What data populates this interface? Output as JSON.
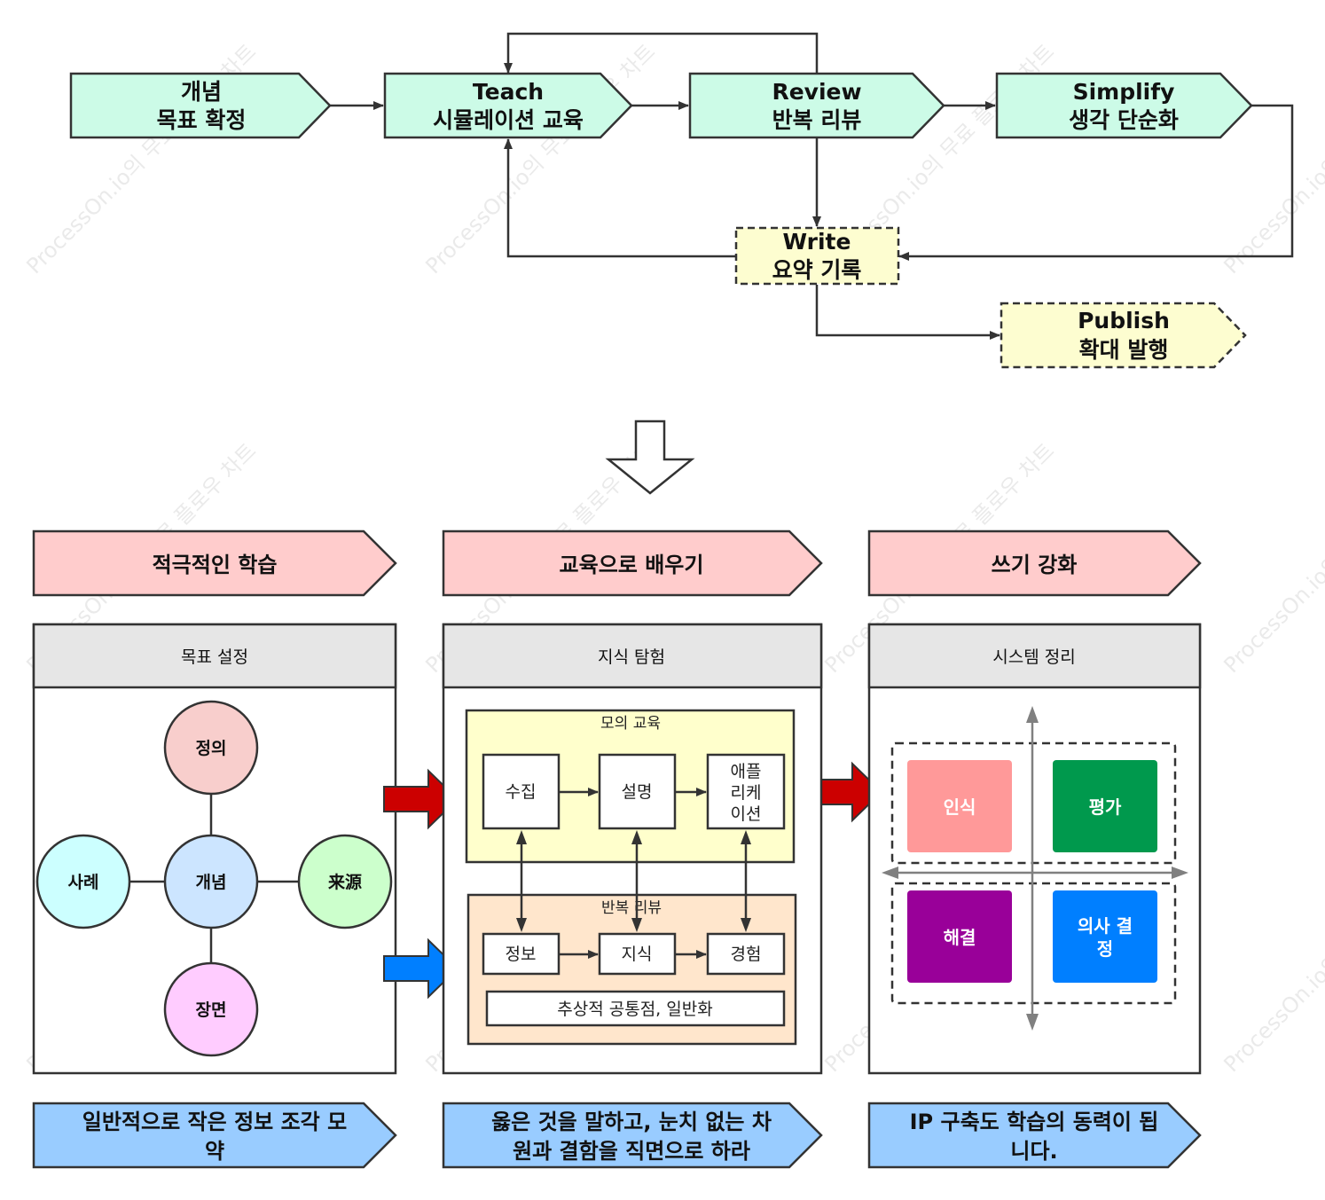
{
  "watermark": "ProcessOn.io의 무료 플로우 차트",
  "flow": {
    "concept": {
      "line1": "개념",
      "line2": "목표 확정"
    },
    "teach": {
      "line1": "Teach",
      "line2": "시뮬레이션 교육"
    },
    "review": {
      "line1": "Review",
      "line2": "반복 리뷰"
    },
    "simplify": {
      "line1": "Simplify",
      "line2": "생각 단순화"
    },
    "write": {
      "line1": "Write",
      "line2": "요약 기록"
    },
    "publish": {
      "line1": "Publish",
      "line2": "확대 발행"
    }
  },
  "bands": {
    "active_learning": "적극적인 학습",
    "learn_by_teaching": "교육으로 배우기",
    "writing_reinforce": "쓰기 강화"
  },
  "panels": {
    "goal": {
      "title": "목표 설정",
      "center": "개념",
      "top": "정의",
      "left": "사례",
      "right": "来源",
      "bottom": "장면"
    },
    "explore": {
      "title": "지식 탐험",
      "sim_title": "모의 교육",
      "collect": "수집",
      "explain": "설명",
      "apply_1": "애플",
      "apply_2": "리케",
      "apply_3": "이션",
      "repeat_title": "반복 리뷰",
      "info": "정보",
      "knowledge": "지식",
      "experience": "경험",
      "abstract": "추상적 공통점, 일반화"
    },
    "system": {
      "title": "시스템 정리",
      "recognize": "인식",
      "evaluate": "평가",
      "solve": "해결",
      "decide_1": "의사 결",
      "decide_2": "정"
    }
  },
  "captions": {
    "c1_line1": "일반적으로 작은 정보 조각 모",
    "c1_line2": "약",
    "c2_line1": "옳은 것을 말하고, 눈치 없는 차",
    "c2_line2": "원과 결함을 직면으로 하라",
    "c3_line1": "IP 구축도 학습의 동력이 됩",
    "c3_line2": "니다."
  },
  "colors": {
    "flow_step": "#ccfbe7",
    "flow_pending": "#fdfdd0",
    "band": "#ffcccc",
    "caption": "#99ccff",
    "panel_header": "#e6e6e6",
    "sim_box": "#ffffcc",
    "repeat_box": "#ffe6cc",
    "circle_top": "#f8cecc",
    "circle_center": "#cce5ff",
    "circle_left": "#ccffff",
    "circle_right": "#ccffcc",
    "circle_bottom": "#ffccff",
    "tile_recognize": "#ff9999",
    "tile_evaluate": "#00994d",
    "tile_solve": "#990099",
    "tile_decide": "#007fff",
    "arrow_red": "#cc0000",
    "arrow_blue": "#007fff"
  }
}
